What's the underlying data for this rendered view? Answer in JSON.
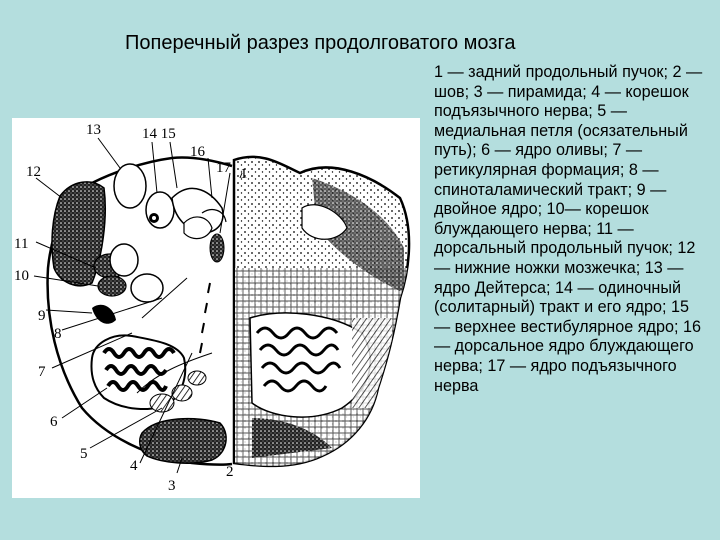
{
  "slide": {
    "title": "Поперечный разрез продолговатого мозга"
  },
  "figure": {
    "callouts": [
      "1",
      "2",
      "3",
      "4",
      "5",
      "6",
      "7",
      "8",
      "9",
      "10",
      "11",
      "12",
      "13",
      "14 15",
      "16",
      "17"
    ]
  },
  "legend": {
    "text": "1 — задний продольный пучок; 2 — шов; 3 — пирамида; 4 — корешок подъязычного нерва; 5 — медиальная петля (осязательный путь); 6 — ядро оливы; 7 — ретикулярная формация; 8 — спиноталамический тракт; 9 — двойное ядро; 10— корешок блуждающего нерва; 11 — дорсальный продольный пучок; 12 — нижние ножки мозжечка; 13 — ядро Дейтерса; 14 — одиночный (солитарный) тракт и его ядро; 15 — верхнее вестибулярное ядро; 16 — дорсальное ядро блуждающего нерва; 17 — ядро подъязычного нерва"
  },
  "colors": {
    "background": "#b4dede",
    "panel": "#ffffff",
    "ink": "#000000"
  }
}
